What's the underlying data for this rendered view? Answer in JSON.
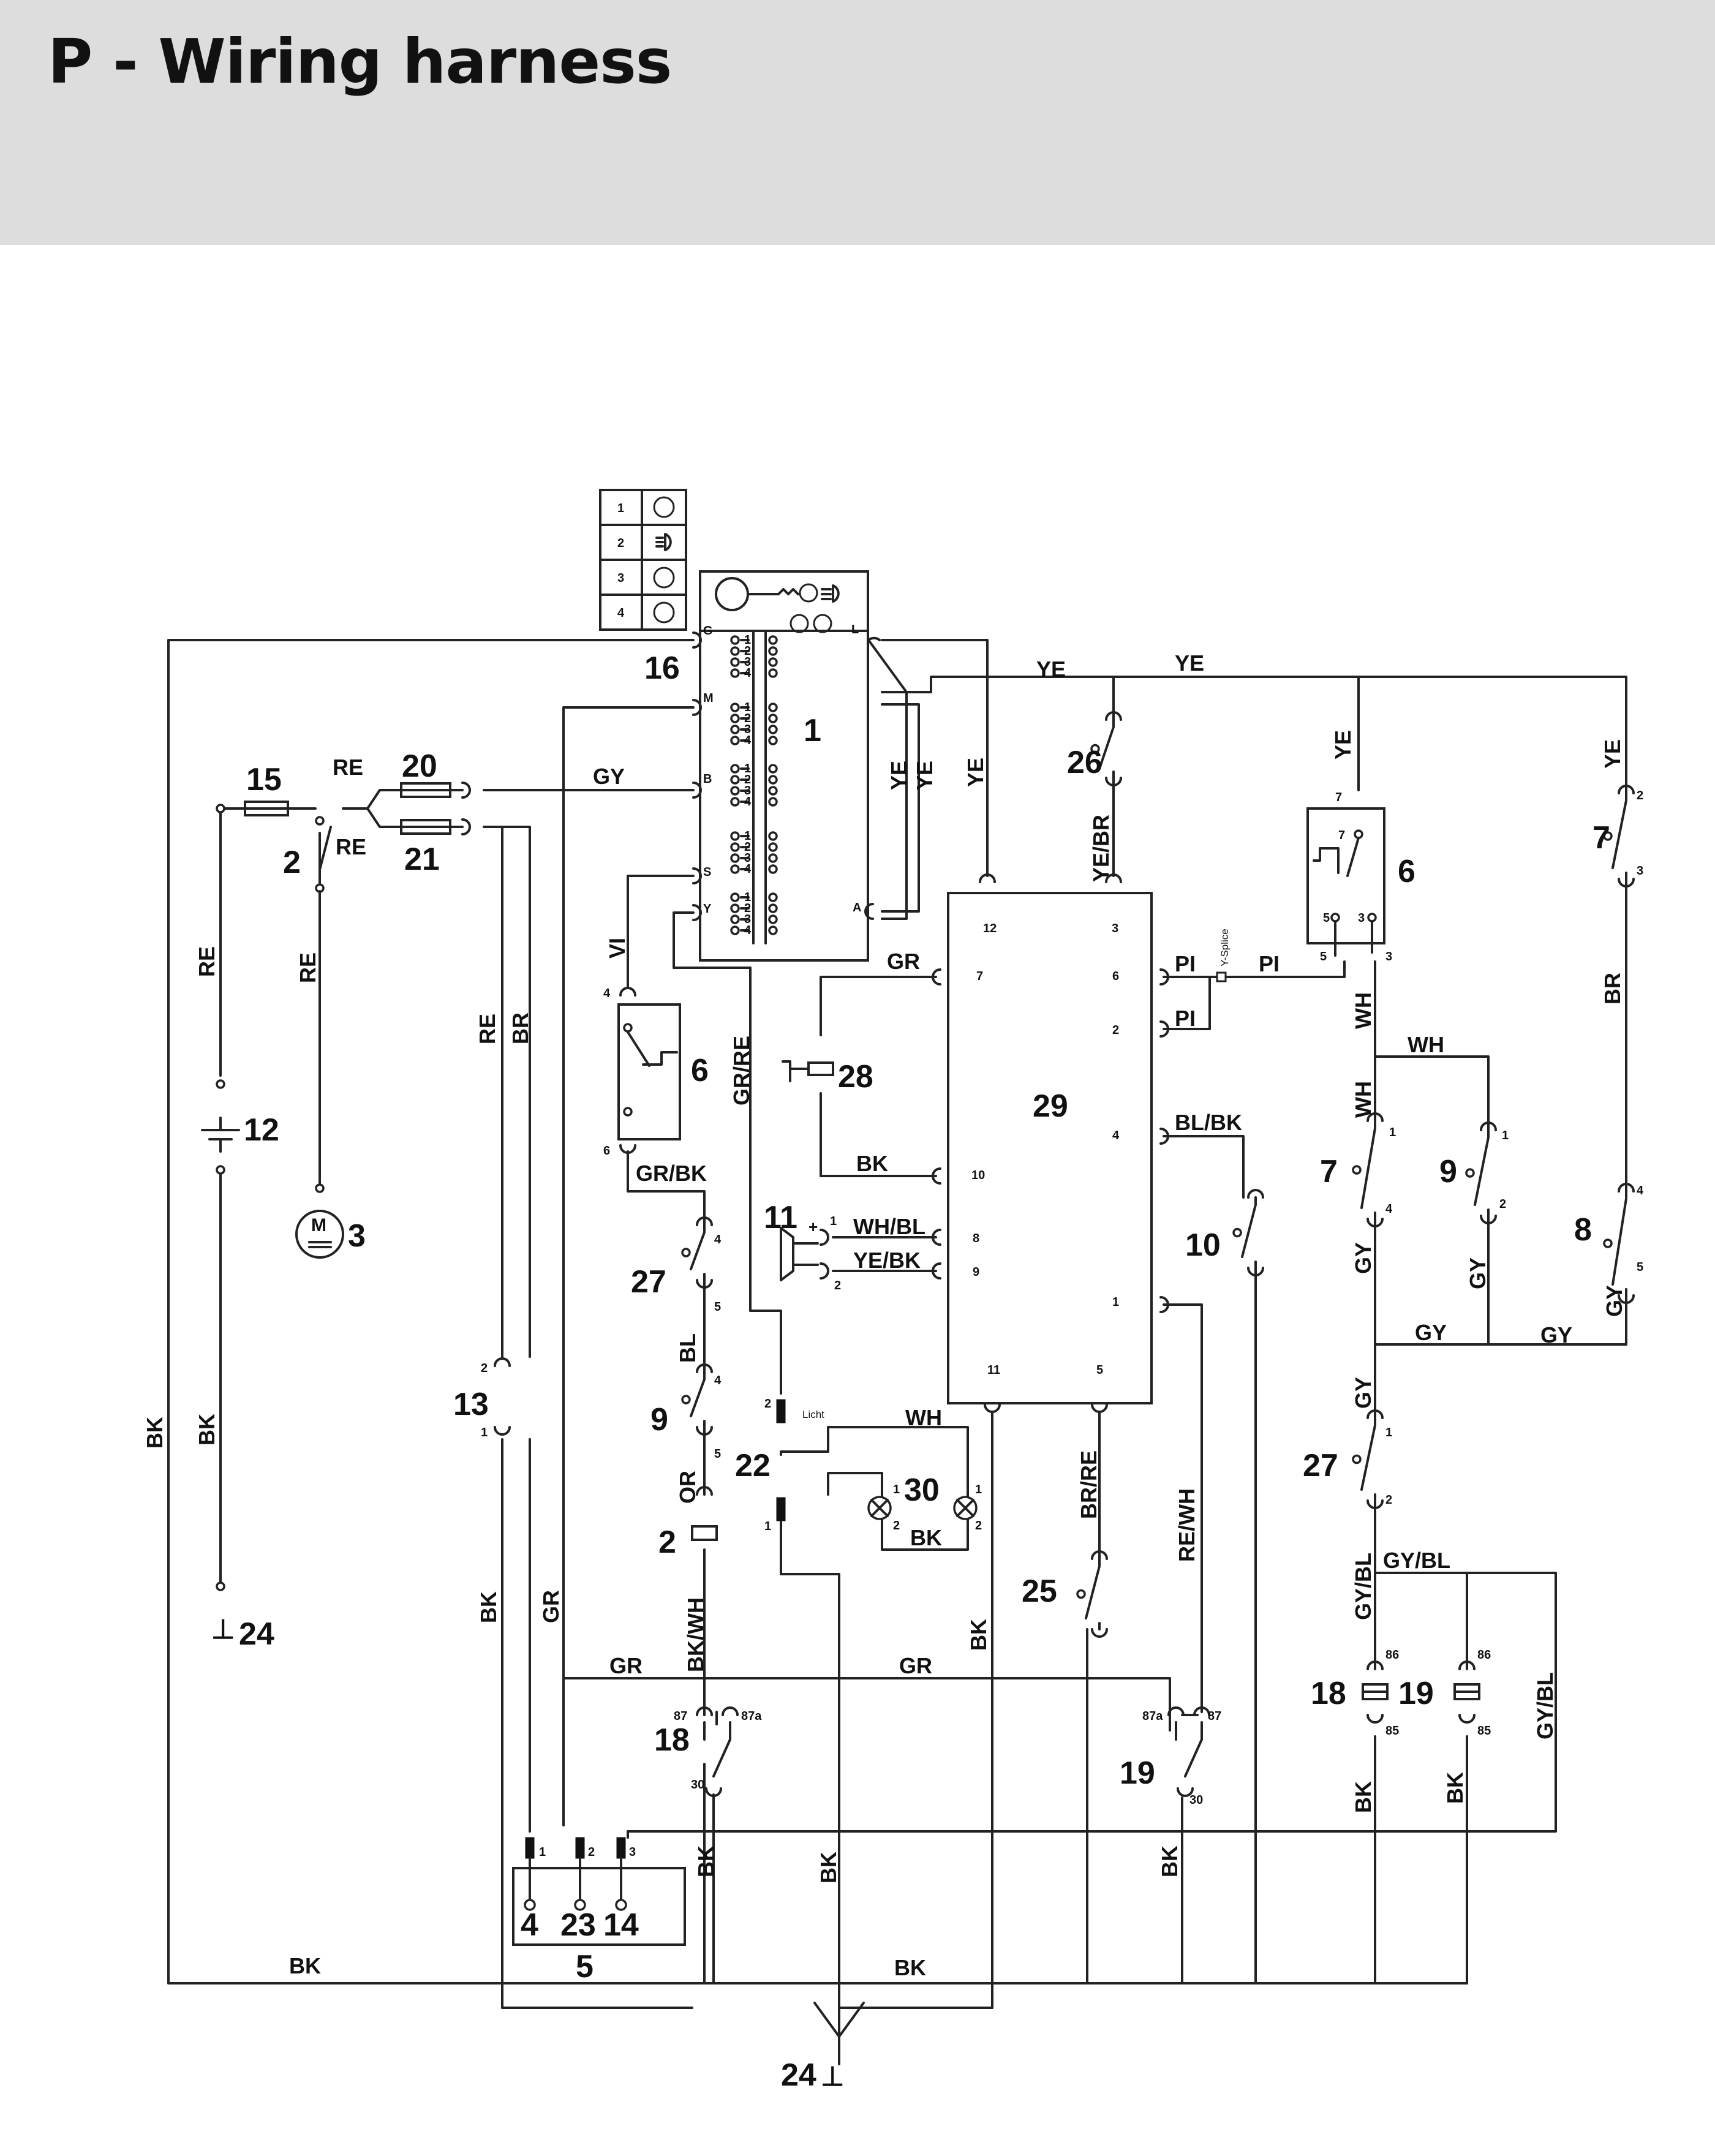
{
  "page": {
    "title": "P - Wiring harness"
  },
  "components": {
    "ignition_switch": "1",
    "hour_meter": "2",
    "engine_motor": "3",
    "socket": "4",
    "terminal_block": "5",
    "switch_6_right": "6",
    "switch_6_left": "6",
    "switch_7_left": "7",
    "switch_7_right": "7",
    "switch_8": "8",
    "switch_9_left": "9",
    "switch_9_right": "9",
    "switch_10": "10",
    "horn": "11",
    "battery": "12",
    "diode": "13",
    "socket_14": "14",
    "fuse_15": "15",
    "connector_16": "16",
    "relay_18_left": "18",
    "relay_18_right": "18",
    "relay_19_left": "19",
    "relay_19_right": "19",
    "fuse_20": "20",
    "fuse_21": "21",
    "plug_22": "22",
    "socket_23": "23",
    "ground_left": "24",
    "ground_bottom": "24",
    "switch_25": "25",
    "switch_26": "26",
    "switch_27_left": "27",
    "switch_27_right": "27",
    "solenoid_28": "28",
    "control_unit": "29",
    "lamps": "30"
  },
  "ground_symbol": "⊥",
  "legend_table": {
    "rows": [
      "1",
      "2",
      "3",
      "4"
    ]
  },
  "wire_labels": {
    "RE": "RE",
    "BK": "BK",
    "BR": "BR",
    "GY": "GY",
    "GR": "GR",
    "YE": "YE",
    "VI": "VI",
    "WH": "WH",
    "PI": "PI",
    "BL": "BL",
    "OR": "OR",
    "GR_RE": "GR/RE",
    "GR_BK": "GR/BK",
    "BK_WH": "BK/WH",
    "YE_BR": "YE/BR",
    "BL_BK": "BL/BK",
    "WH_BL": "WH/BL",
    "YE_BK": "YE/BK",
    "BR_RE": "BR/RE",
    "RE_WH": "RE/WH",
    "GY_BL": "GY/BL"
  },
  "pin_labels": {
    "p1": "1",
    "p2": "2",
    "p3": "3",
    "p4": "4",
    "p5": "5",
    "p6": "6",
    "p7": "7",
    "p8": "8",
    "p9": "9",
    "p10": "10",
    "p11": "11",
    "p12": "12",
    "p30": "30",
    "p85": "85",
    "p86": "86",
    "p87": "87",
    "p87a": "87a",
    "G": "G",
    "M": "M",
    "B": "B",
    "S": "S",
    "Y": "Y",
    "A": "A",
    "L": "L"
  },
  "annotations": {
    "y_splice": "Y-Splice",
    "licht": "Licht"
  }
}
